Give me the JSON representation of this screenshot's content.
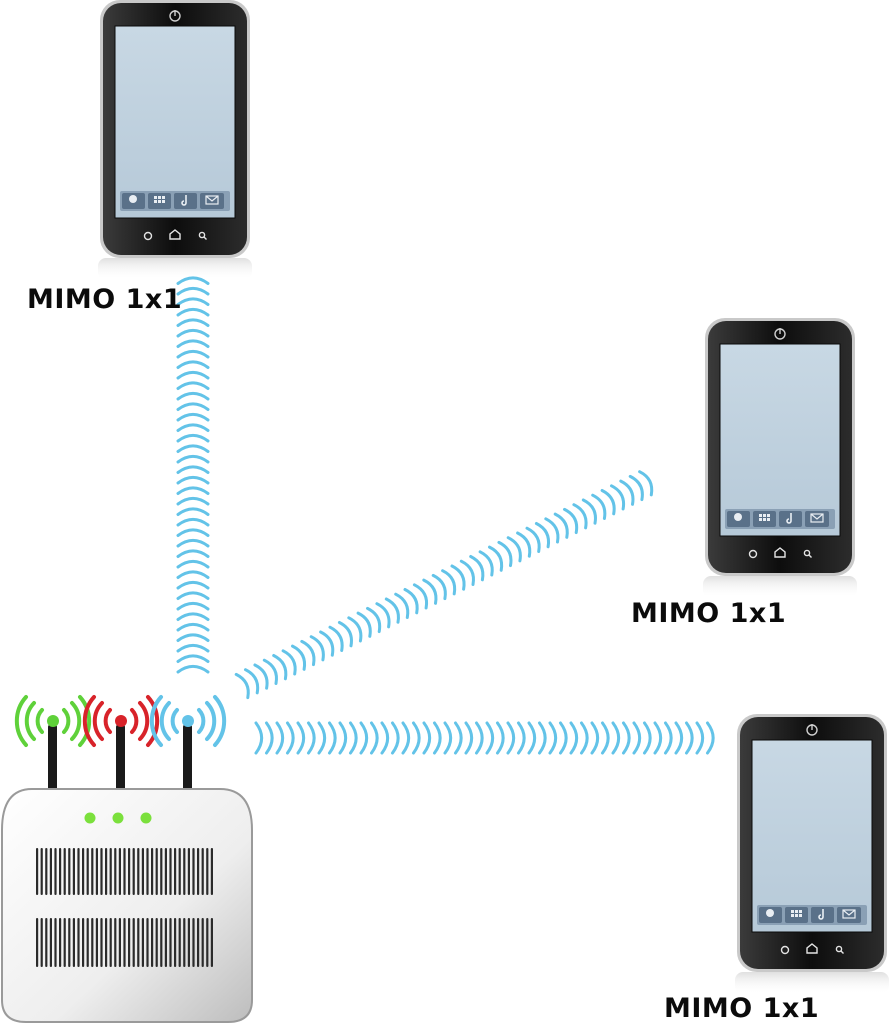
{
  "devices": [
    {
      "id": "phone-top",
      "label": "MIMO 1x1"
    },
    {
      "id": "phone-right",
      "label": "MIMO 1x1"
    },
    {
      "id": "phone-bottom",
      "label": "MIMO 1x1"
    }
  ],
  "phone_screen": {
    "dock_icons": [
      "globe-icon",
      "grid-icon",
      "music-note-icon",
      "mail-icon"
    ],
    "nav_icons": [
      "back-circle-icon",
      "home-icon",
      "search-icon"
    ]
  },
  "router": {
    "antenna_signal_colors": [
      "#5fd13a",
      "#d8232a",
      "#63c3e8"
    ],
    "led_color": "#7be03c"
  },
  "signal_color": "#63c3e8"
}
